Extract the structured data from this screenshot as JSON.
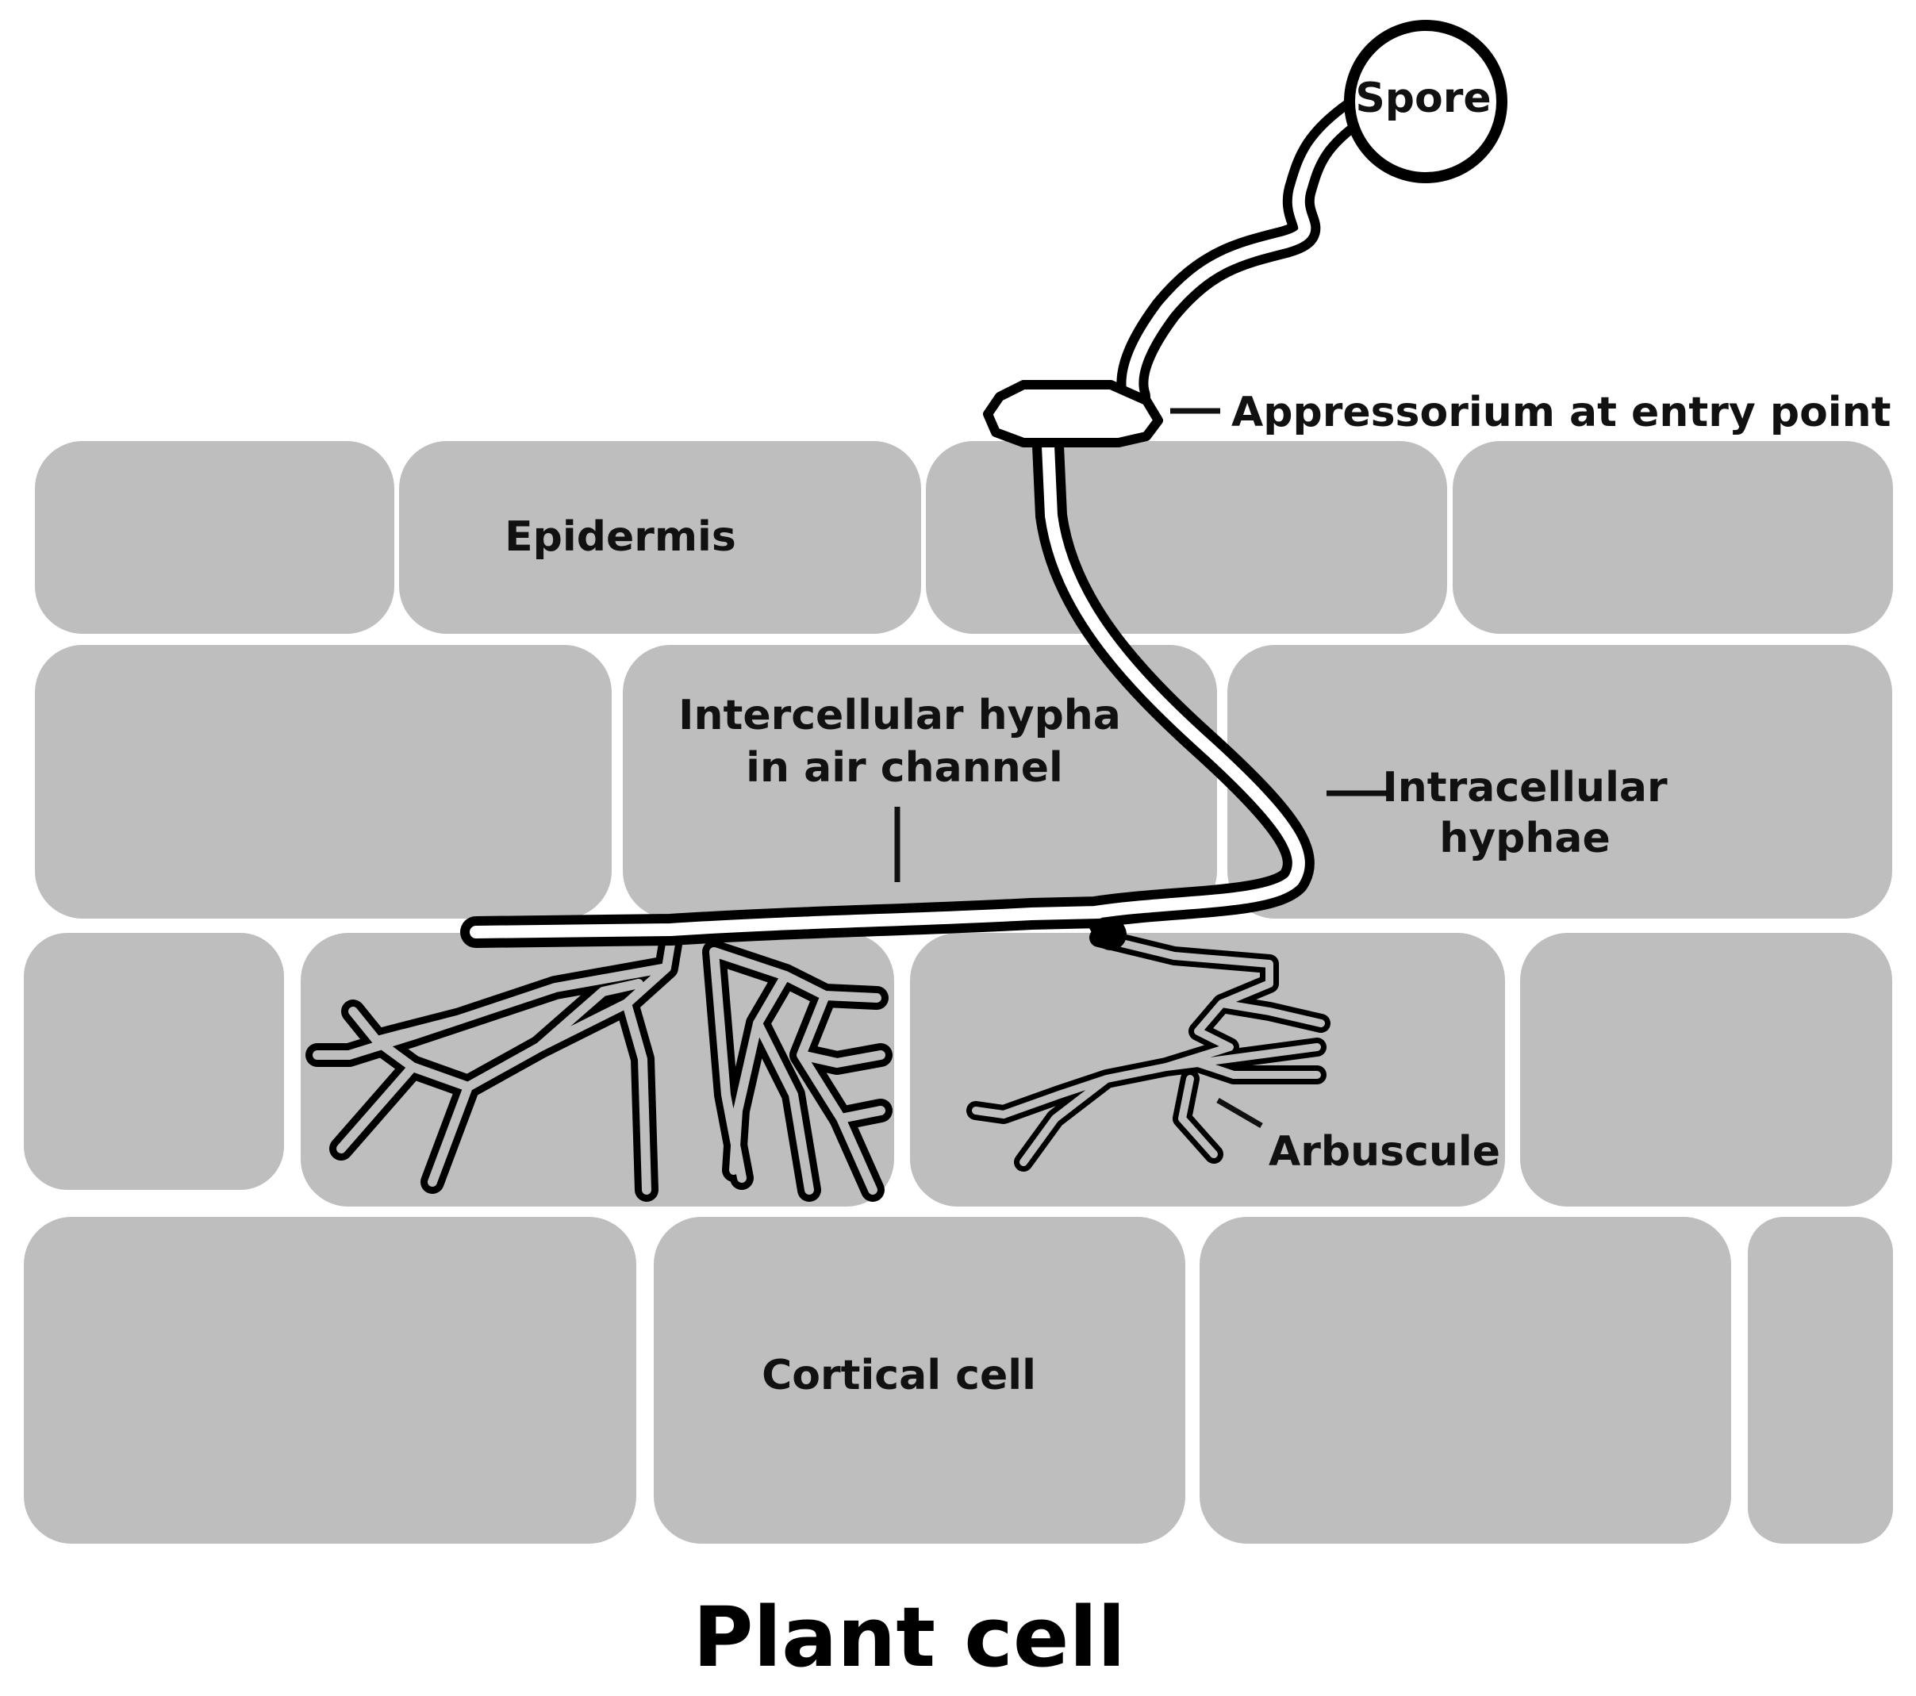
{
  "diagram": {
    "title": "Plant cell",
    "labels": {
      "spore": "Spore",
      "appressorium": "Appressorium at entry point",
      "epidermis": "Epidermis",
      "intercellular_line1": "Intercellular hypha",
      "intercellular_line2": "in air channel",
      "intracellular_line1": "Intracellular",
      "intracellular_line2": "hyphae",
      "arbuscule": "Arbuscule",
      "cortical": "Cortical cell"
    },
    "colors": {
      "cell_fill": "#bebebe",
      "outline": "#000000",
      "hypha_fill": "#ffffff"
    }
  }
}
